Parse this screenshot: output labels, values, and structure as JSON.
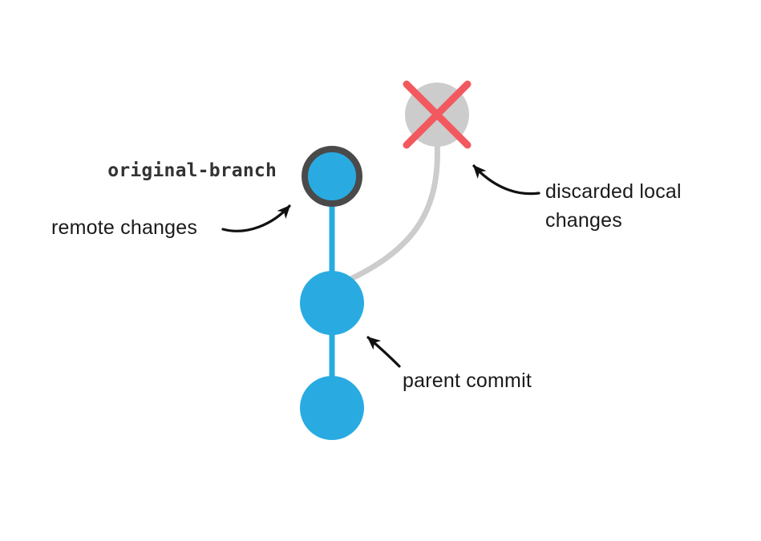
{
  "diagram": {
    "labels": {
      "branch_name": "original-branch",
      "remote_changes": "remote changes",
      "discarded_local_changes": "discarded local changes",
      "parent_commit": "parent commit"
    },
    "colors": {
      "commit_blue": "#29abe2",
      "ring_dark": "#4a4a4a",
      "discarded_gray": "#cccccc",
      "x_red": "#f2595f",
      "arrow_black": "#111111"
    },
    "graph": {
      "nodes": [
        {
          "id": "original-branch-commit",
          "type": "commit",
          "ringed": true
        },
        {
          "id": "parent-commit",
          "type": "commit",
          "ringed": false
        },
        {
          "id": "initial-commit",
          "type": "commit",
          "ringed": false
        },
        {
          "id": "discarded-commit",
          "type": "discarded",
          "ringed": false
        }
      ]
    }
  }
}
